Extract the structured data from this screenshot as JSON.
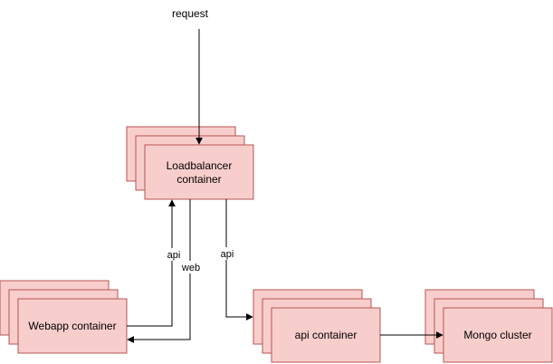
{
  "colors": {
    "box_fill": "#f8cecc",
    "box_stroke": "#b85450",
    "edge": "#000000",
    "background": "#ffffff"
  },
  "labels": {
    "request": "request",
    "loadbalancer_line1": "Loadbalancer",
    "loadbalancer_line2": "container",
    "webapp": "Webapp container",
    "api_container": "api container",
    "mongo": "Mongo cluster",
    "edge_api_up": "api",
    "edge_web_down": "web",
    "edge_api_right": "api"
  }
}
